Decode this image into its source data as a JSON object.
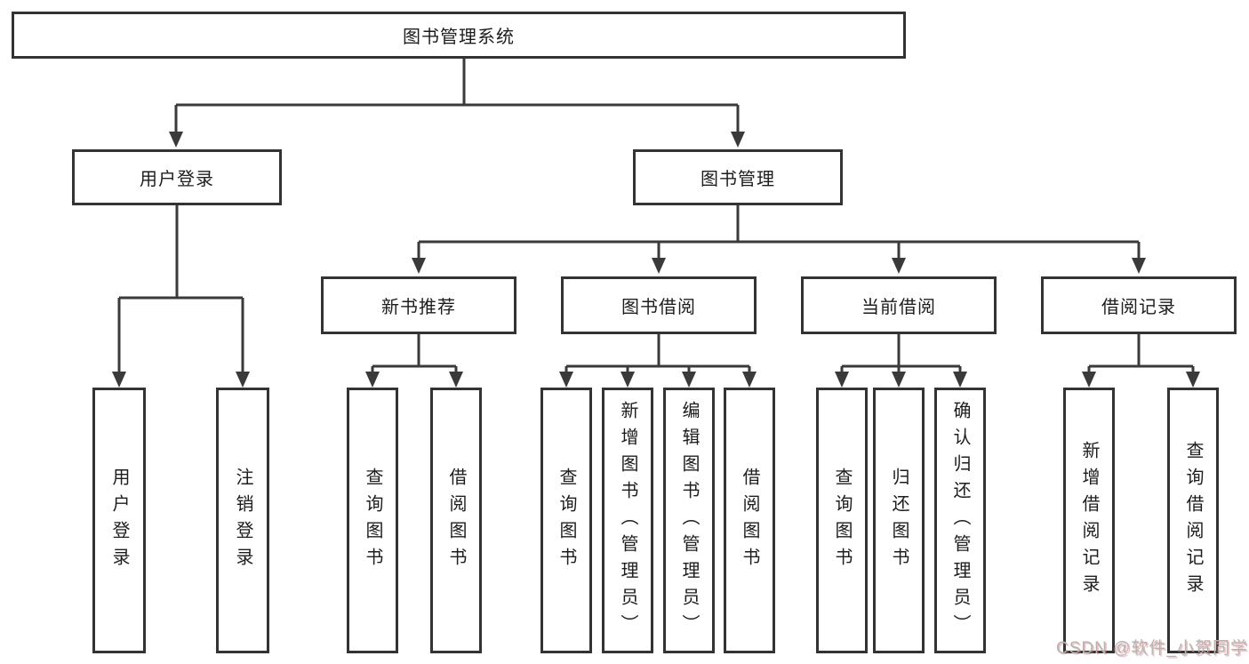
{
  "tree": {
    "root": {
      "label": "图书管理系统"
    },
    "branches": [
      {
        "label": "用户登录",
        "children": [
          {
            "label": "用户登录"
          },
          {
            "label": "注销登录"
          }
        ]
      },
      {
        "label": "图书管理",
        "groups": [
          {
            "label": "新书推荐",
            "children": [
              {
                "label": "查询图书"
              },
              {
                "label": "借阅图书"
              }
            ]
          },
          {
            "label": "图书借阅",
            "children": [
              {
                "label": "查询图书"
              },
              {
                "label": "新增图书（管理员）"
              },
              {
                "label": "编辑图书（管理员）"
              },
              {
                "label": "借阅图书"
              }
            ]
          },
          {
            "label": "当前借阅",
            "children": [
              {
                "label": "查询图书"
              },
              {
                "label": "归还图书"
              },
              {
                "label": "确认归还（管理员）"
              }
            ]
          },
          {
            "label": "借阅记录",
            "children": [
              {
                "label": "新增借阅记录"
              },
              {
                "label": "查询借阅记录"
              }
            ]
          }
        ]
      }
    ]
  },
  "watermark": {
    "text": "CSDN @软件_小贺同学",
    "color": "#b7b3b3"
  },
  "colors": {
    "background": "#ffffff",
    "line": "#3a3a3a",
    "box_border": "#333333",
    "text": "#1d1d1d"
  }
}
